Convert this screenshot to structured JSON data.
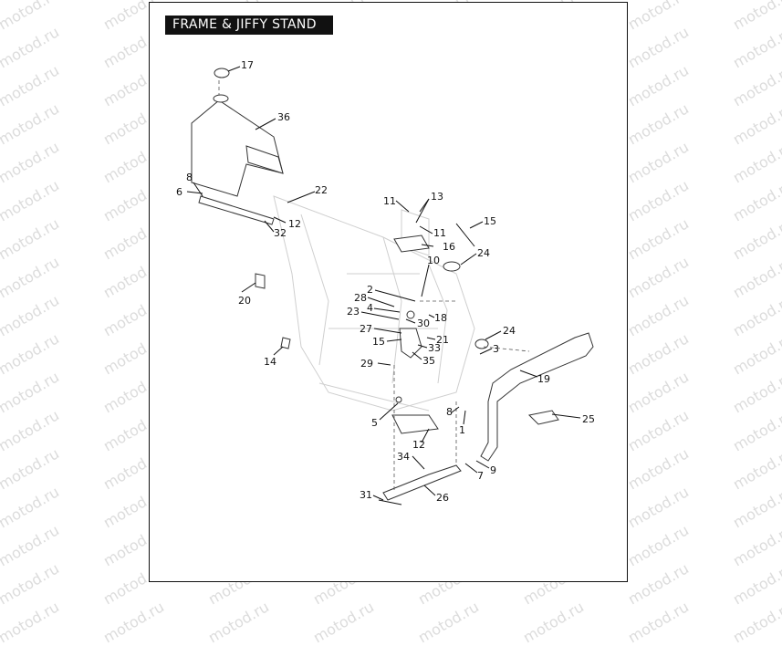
{
  "title": "FRAME & JIFFY STAND",
  "watermark": "motod.ru",
  "callouts": [
    "17",
    "36",
    "8",
    "6",
    "22",
    "12",
    "32",
    "11",
    "13",
    "11",
    "15",
    "16",
    "24",
    "20",
    "10",
    "2",
    "28",
    "4",
    "23",
    "30",
    "18",
    "27",
    "15",
    "21",
    "33",
    "35",
    "24",
    "3",
    "14",
    "29",
    "19",
    "5",
    "8",
    "1",
    "25",
    "12",
    "34",
    "7",
    "9",
    "31",
    "26"
  ],
  "colors": {
    "frame_border": "#111111",
    "title_bg": "#111111",
    "title_text": "#ffffff",
    "watermark": "#dcdcdc"
  }
}
